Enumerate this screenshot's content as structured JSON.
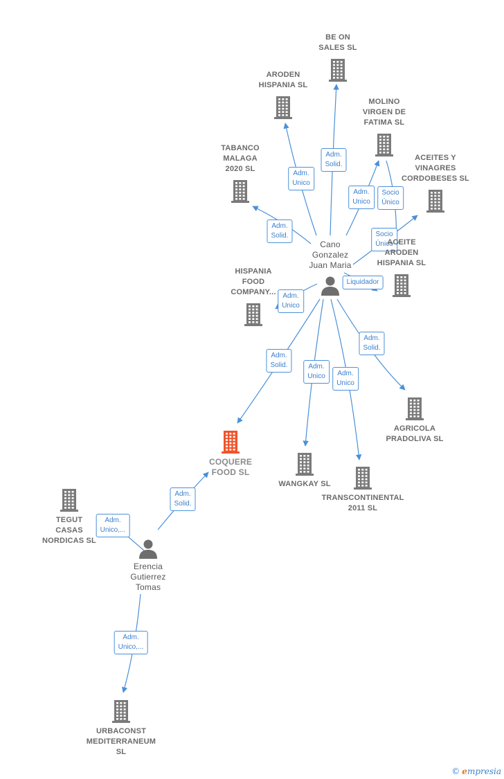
{
  "colors": {
    "building": "#7a7a7a",
    "focus": "#f0542c",
    "edge": "#4a90d9",
    "person": "#6e6e6e"
  },
  "nodes": [
    {
      "id": "be_on",
      "type": "company",
      "label": "BE ON\nSALES  SL"
    },
    {
      "id": "aroden",
      "type": "company",
      "label": "ARODEN\nHISPANIA  SL"
    },
    {
      "id": "molino",
      "type": "company",
      "label": "MOLINO\nVIRGEN DE\nFATIMA SL"
    },
    {
      "id": "tabanco",
      "type": "company",
      "label": "TABANCO\nMALAGA\n2020  SL"
    },
    {
      "id": "aceites",
      "type": "company",
      "label": "ACEITES Y\nVINAGRES\nCORDOBESES SL"
    },
    {
      "id": "aceite_aroden",
      "type": "company",
      "label": "ACEITE\nARODEN\nHISPANIA  SL"
    },
    {
      "id": "hispania",
      "type": "company",
      "label": "HISPANIA\nFOOD\nCOMPANY..."
    },
    {
      "id": "cano",
      "type": "person",
      "label": "Cano\nGonzalez\nJuan Maria"
    },
    {
      "id": "agricola",
      "type": "company",
      "label": "AGRICOLA\nPRADOLIVA  SL"
    },
    {
      "id": "coquere",
      "type": "focus",
      "label": "COQUERE\nFOOD  SL"
    },
    {
      "id": "wangkay",
      "type": "company",
      "label": "WANGKAY  SL"
    },
    {
      "id": "transcont",
      "type": "company",
      "label": "TRANSCONTINENTAL\n2011 SL"
    },
    {
      "id": "tegut",
      "type": "company",
      "label": "TEGUT\nCASAS\nNORDICAS  SL"
    },
    {
      "id": "erencia",
      "type": "person",
      "label": "Erencia\nGutierrez\nTomas"
    },
    {
      "id": "urbaconst",
      "type": "company",
      "label": "URBACONST\nMEDITERRANEUM\nSL"
    }
  ],
  "edges": [
    {
      "from": "cano",
      "to": "be_on",
      "label": "Adm.\nSolid."
    },
    {
      "from": "cano",
      "to": "aroden",
      "label": "Adm.\nUnico"
    },
    {
      "from": "cano",
      "to": "molino",
      "label": "Adm.\nUnico"
    },
    {
      "from": "cano",
      "to": "tabanco",
      "label": "Adm.\nSolid."
    },
    {
      "from": "cano",
      "to": "aceites",
      "label": "Socio\nÚnico"
    },
    {
      "from": "molino",
      "to": "aceite_aroden",
      "label": "Socio\nÚnico"
    },
    {
      "from": "cano",
      "to": "aceite_aroden",
      "label": "Liquidador"
    },
    {
      "from": "cano",
      "to": "hispania",
      "label": "Adm.\nUnico"
    },
    {
      "from": "cano",
      "to": "coquere",
      "label": "Adm.\nSolid."
    },
    {
      "from": "cano",
      "to": "wangkay",
      "label": "Adm.\nUnico"
    },
    {
      "from": "cano",
      "to": "transcont",
      "label": "Adm.\nUnico"
    },
    {
      "from": "cano",
      "to": "agricola",
      "label": "Adm.\nSolid."
    },
    {
      "from": "erencia",
      "to": "coquere",
      "label": "Adm.\nSolid."
    },
    {
      "from": "erencia",
      "to": "tegut",
      "label": "Adm.\nUnico,..."
    },
    {
      "from": "erencia",
      "to": "urbaconst",
      "label": "Adm.\nUnico,..."
    }
  ],
  "brand": {
    "copyright": "©",
    "name_first": "e",
    "name_rest": "mpresia"
  }
}
